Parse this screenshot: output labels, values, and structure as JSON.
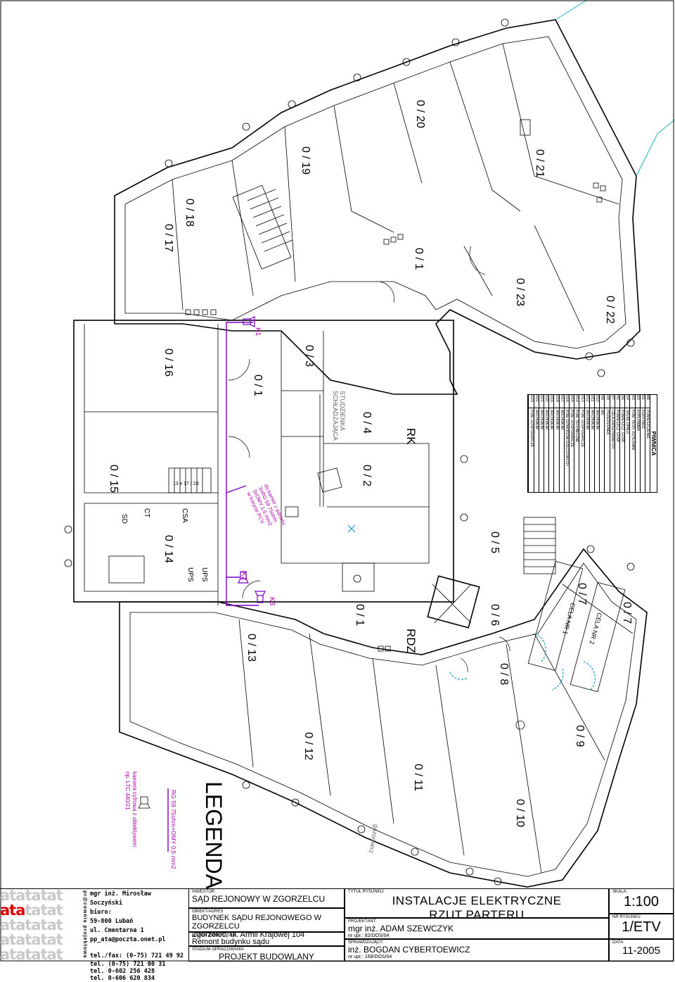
{
  "drawing": {
    "rooms": [
      "0 / 1",
      "0 / 2",
      "0 / 3",
      "0 / 4",
      "0 / 5",
      "0 / 6",
      "0 / 7",
      "0 / 8",
      "0 / 9",
      "0 / 10",
      "0 / 11",
      "0 / 12",
      "0 / 13",
      "0 / 14",
      "0 / 15",
      "0 / 16",
      "0 / 17",
      "0 / 18",
      "0 / 19",
      "0 / 20",
      "0 / 21",
      "0 / 22",
      "0 / 23"
    ],
    "labels": {
      "rk": "RK",
      "rdz": "RDZ",
      "sd": "SD",
      "ct": "CT",
      "csa": "CSA",
      "ups1": "UPS",
      "ups2": "UPS",
      "cela1": "CELA NR 1",
      "cela2": "CELA NR 2",
      "studzienka": "STUDZIENKA SCHŁADZAJĄCA",
      "gazomierz": "gazomierz",
      "k1": "K1",
      "k2": "K2",
      "k3": "K3",
      "stair_note": "13 x 17 / 28",
      "cable_note_1": "do kamer z parteru",
      "cable_note_2": "3xRG 59 75ohm",
      "cable_note_3": "3xOMY 1,5 mm2",
      "cable_note_4": "w korycie PCV"
    },
    "legend": {
      "title": "LEGENDA",
      "line_item": "RG 59 75ohm+OMY 0,5 mm2",
      "camera_1": "kamera cyfrowa z obiektywem",
      "camera_2": "np. LTC 440/21"
    },
    "room_table": {
      "title": "PIWNICA",
      "col_nr": "NR.",
      "col_name": "POMIESZCZENIE",
      "rows": [
        [
          "0/1",
          "KORYTARZ"
        ],
        [
          "0/2",
          "KOTŁOWNIA"
        ],
        [
          "0/3",
          "POM. TECH. KOTŁOWNI"
        ],
        [
          "0/4",
          "SKŁAD OPAŁU"
        ],
        [
          "0/5",
          "POMIESZCZ. GOSP."
        ],
        [
          "0/6",
          "POMIESZCZ. GOSP."
        ],
        [
          "0/7",
          "CELA ZATRZYMANYCH"
        ],
        [
          "0/8",
          "PRZEDSIONEK"
        ],
        [
          "0/9",
          "WC"
        ],
        [
          "0/10",
          "ARCHIWUM"
        ],
        [
          "0/11",
          "ARCHIWUM"
        ],
        [
          "0/12",
          "ARCHIWUM"
        ],
        [
          "0/13",
          "POM. GOSPODARCZE"
        ],
        [
          "0/14",
          "POM. TECHNICZNE"
        ],
        [
          "0/15",
          "POM. GOSPODARCZE"
        ],
        [
          "0/16",
          "POM. DOWODÓW RZECZOWYCH"
        ],
        [
          "0/17",
          "ARCHIWUM"
        ],
        [
          "0/18",
          "ARCHIWUM"
        ],
        [
          "0/19",
          "ARCHIWUM"
        ],
        [
          "0/20",
          "ARCHIWUM"
        ],
        [
          "0/21",
          "ARCHIWUM"
        ],
        [
          "0/22",
          "ARCHIWUM"
        ],
        [
          "0/23",
          "POM. GOSPODARCZE"
        ]
      ]
    }
  },
  "title_block": {
    "logo_text": "atatatat",
    "logo_highlight": "ata",
    "office": {
      "name": "mgr inż. Mirosław Soczyński",
      "biuro": "biuro:",
      "city": "59-800 Lubań",
      "street": "ul. Cmentarna 1",
      "email": "pp_ata@poczta.onet.pl",
      "telfax": "tel./fax: (0-75) 721 49 92",
      "tel1": "tel. (0-75) 721 00 31",
      "tel2": "tel. 0-602 256 428",
      "tel3": "tel. 0-606 620 834",
      "side": "pr@cownia projektowa"
    },
    "inwestor_label": "INWESTOR",
    "inwestor": "SĄD REJONOWY W ZGORZELCU",
    "obiekt_label": "OBIEKT/ADRES",
    "obiekt": "BUDYNEK SĄDU REJONOWEGO W ZGORZELCU",
    "adres": "Zgorzelec, ul. Armii Krajowej 104",
    "zamierzenie_label": "NAZWA ZAMIERZENIA:",
    "zamierzenie": "Remont budynku sądu",
    "stadium_label": "STADIUM OPRACOWANIA",
    "stadium": "PROJEKT BUDOWLANY",
    "tytul_label": "TYTUŁ RYSUNKU:",
    "tytul_1": "INSTALACJE ELEKTRYCZNE",
    "tytul_2": "RZUT PARTERU",
    "projektant_label": "PROJEKTANT:",
    "projektant": "mgr inż. ADAM SZEWCZYK",
    "projektant_upr": "nr upr.: 82/DOS/04",
    "sprawdzajacy_label": "SPRAWDZAJĄCY:",
    "sprawdzajacy": "inż. BOGDAN CYBERTOEWICZ",
    "sprawdzajacy_upr": "nr upr.: 168/DOS/04",
    "skala_label": "SKALA:",
    "skala": "1:100",
    "nr_label": "NR RYSUNKU:",
    "nr": "1/ETV",
    "data_label": "DATA:",
    "data": "11-2005"
  }
}
